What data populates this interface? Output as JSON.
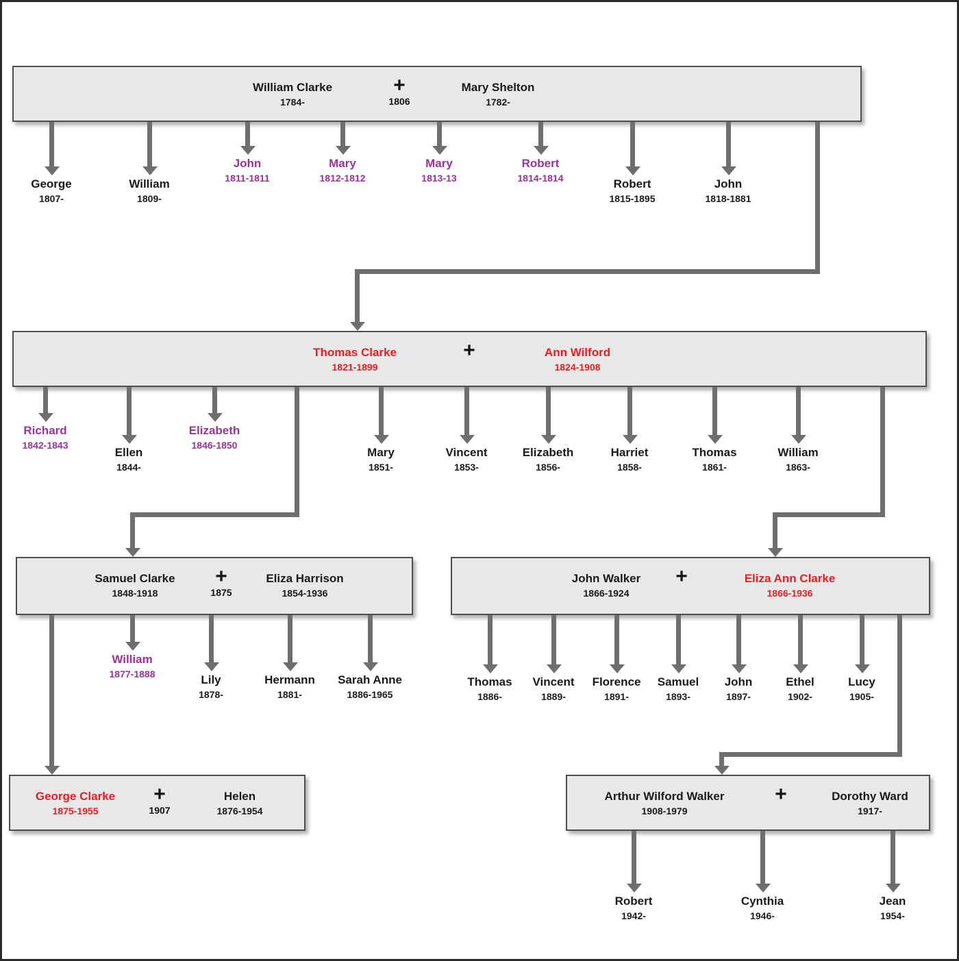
{
  "symbols": {
    "marriage_plus": "+"
  },
  "colors": {
    "ancestor_highlight": "#ed1c24",
    "died_in_infancy": "#993399",
    "normal_text": "#1a1a1a",
    "connector_gray": "#6e6e6e",
    "box_fill": "#e8e8e8",
    "box_border": "#4e4e4e",
    "background": "#ffffff"
  },
  "families": [
    {
      "husband": {
        "name": "William Clarke",
        "dates": "1784-",
        "style": "normal"
      },
      "marriage_year": "1806",
      "wife": {
        "name": "Mary Shelton",
        "dates": "1782-",
        "style": "normal"
      },
      "children": [
        {
          "name": "George",
          "dates": "1807-",
          "style": "normal"
        },
        {
          "name": "William",
          "dates": "1809-",
          "style": "normal"
        },
        {
          "name": "John",
          "dates": "1811-1811",
          "style": "died_young"
        },
        {
          "name": "Mary",
          "dates": "1812-1812",
          "style": "died_young"
        },
        {
          "name": "Mary",
          "dates": "1813-13",
          "style": "died_young"
        },
        {
          "name": "Robert",
          "dates": "1814-1814",
          "style": "died_young"
        },
        {
          "name": "Robert",
          "dates": "1815-1895",
          "style": "normal"
        },
        {
          "name": "John",
          "dates": "1818-1881",
          "style": "normal"
        }
      ]
    },
    {
      "husband": {
        "name": "Thomas Clarke",
        "dates": "1821-1899",
        "style": "ancestor"
      },
      "marriage_year": "",
      "wife": {
        "name": "Ann Wilford",
        "dates": "1824-1908",
        "style": "ancestor"
      },
      "children": [
        {
          "name": "Richard",
          "dates": "1842-1843",
          "style": "died_young"
        },
        {
          "name": "Ellen",
          "dates": "1844-",
          "style": "normal"
        },
        {
          "name": "Elizabeth",
          "dates": "1846-1850",
          "style": "died_young"
        },
        {
          "name": "Mary",
          "dates": "1851-",
          "style": "normal"
        },
        {
          "name": "Vincent",
          "dates": "1853-",
          "style": "normal"
        },
        {
          "name": "Elizabeth",
          "dates": "1856-",
          "style": "normal"
        },
        {
          "name": "Harriet",
          "dates": "1858-",
          "style": "normal"
        },
        {
          "name": "Thomas",
          "dates": "1861-",
          "style": "normal"
        },
        {
          "name": "William",
          "dates": "1863-",
          "style": "normal"
        }
      ]
    },
    {
      "husband": {
        "name": "Samuel Clarke",
        "dates": "1848-1918",
        "style": "normal"
      },
      "marriage_year": "1875",
      "wife": {
        "name": "Eliza Harrison",
        "dates": "1854-1936",
        "style": "normal"
      },
      "children": [
        {
          "name": "William",
          "dates": "1877-1888",
          "style": "died_young"
        },
        {
          "name": "Lily",
          "dates": "1878-",
          "style": "normal"
        },
        {
          "name": "Hermann",
          "dates": "1881-",
          "style": "normal"
        },
        {
          "name": "Sarah Anne",
          "dates": "1886-1965",
          "style": "normal"
        }
      ]
    },
    {
      "husband": {
        "name": "John Walker",
        "dates": "1866-1924",
        "style": "normal"
      },
      "marriage_year": "",
      "wife": {
        "name": "Eliza Ann Clarke",
        "dates": "1866-1936",
        "style": "ancestor"
      },
      "children": [
        {
          "name": "Thomas",
          "dates": "1886-",
          "style": "normal"
        },
        {
          "name": "Vincent",
          "dates": "1889-",
          "style": "normal"
        },
        {
          "name": "Florence",
          "dates": "1891-",
          "style": "normal"
        },
        {
          "name": "Samuel",
          "dates": "1893-",
          "style": "normal"
        },
        {
          "name": "John",
          "dates": "1897-",
          "style": "normal"
        },
        {
          "name": "Ethel",
          "dates": "1902-",
          "style": "normal"
        },
        {
          "name": "Lucy",
          "dates": "1905-",
          "style": "normal"
        }
      ]
    },
    {
      "husband": {
        "name": "George Clarke",
        "dates": "1875-1955",
        "style": "ancestor"
      },
      "marriage_year": "1907",
      "wife": {
        "name": "Helen",
        "dates": "1876-1954",
        "style": "normal"
      },
      "children": []
    },
    {
      "husband": {
        "name": "Arthur Wilford Walker",
        "dates": "1908-1979",
        "style": "normal"
      },
      "marriage_year": "",
      "wife": {
        "name": "Dorothy Ward",
        "dates": "1917-",
        "style": "normal"
      },
      "children": [
        {
          "name": "Robert",
          "dates": "1942-",
          "style": "normal"
        },
        {
          "name": "Cynthia",
          "dates": "1946-",
          "style": "normal"
        },
        {
          "name": "Jean",
          "dates": "1954-",
          "style": "normal"
        }
      ]
    }
  ]
}
